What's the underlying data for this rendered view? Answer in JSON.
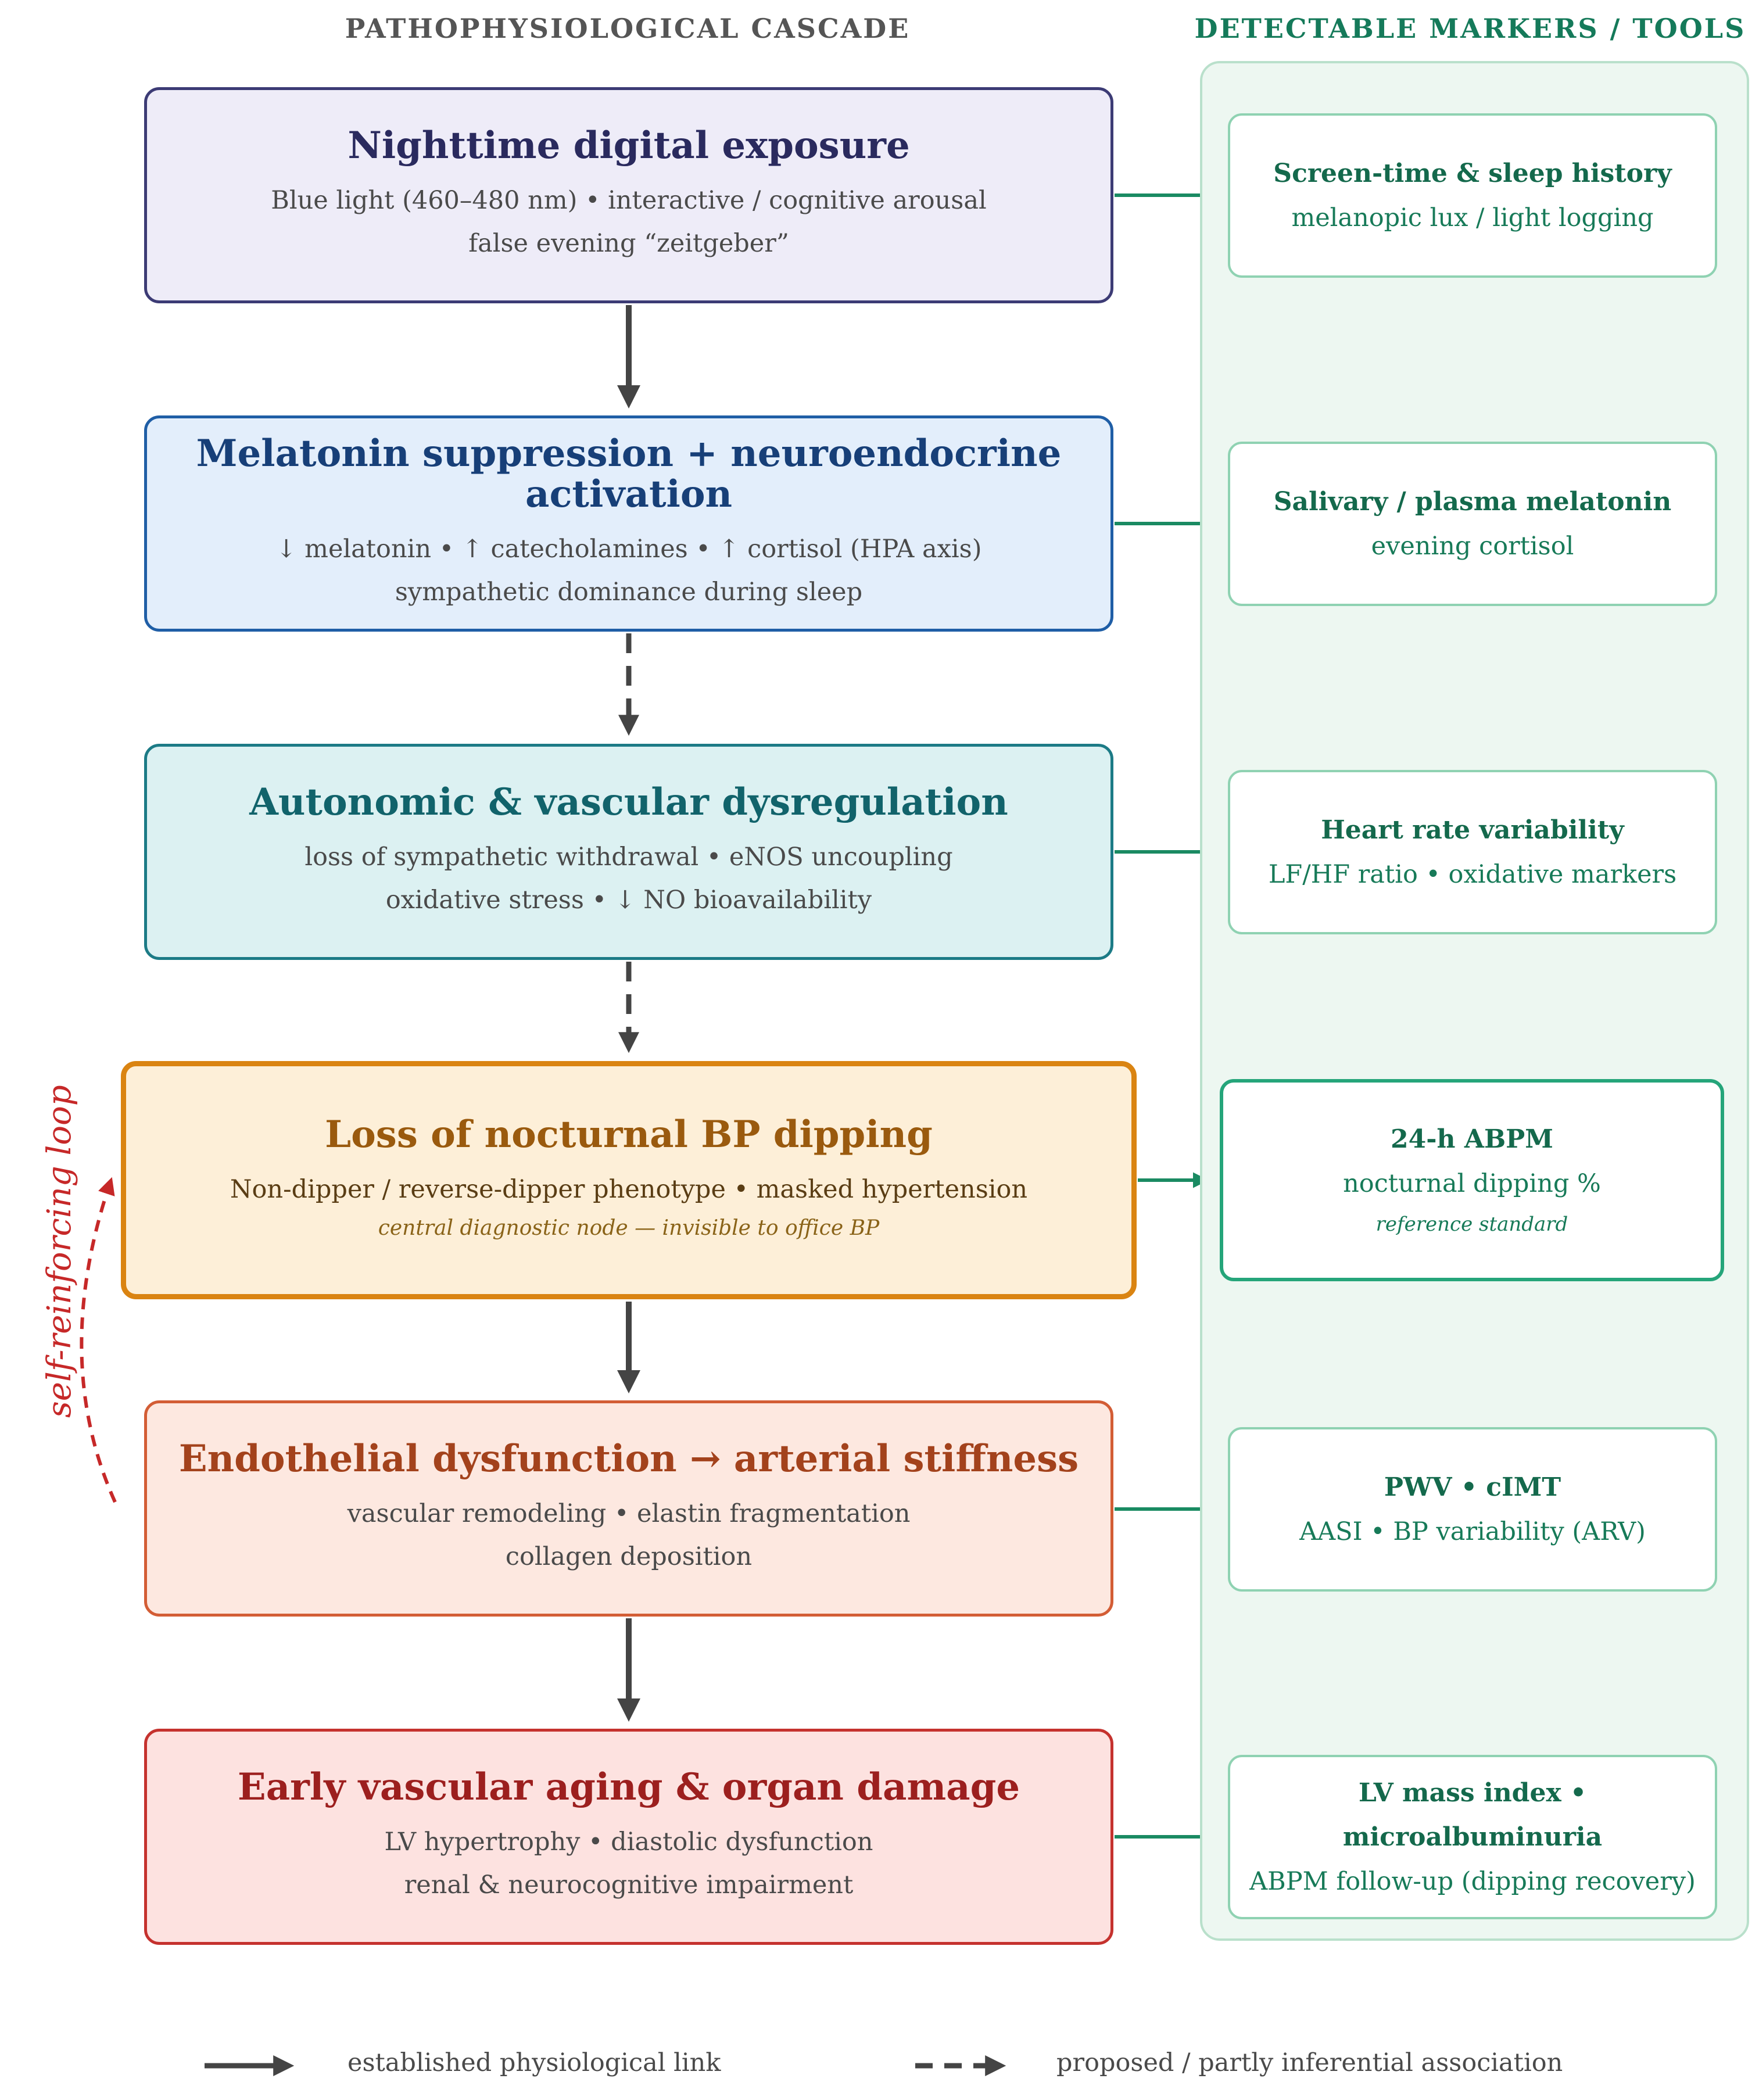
{
  "headers": {
    "left": "PATHOPHYSIOLOGICAL CASCADE",
    "right": "DETECTABLE MARKERS / TOOLS"
  },
  "cascade": [
    {
      "title": "Nighttime digital exposure",
      "line1": "Blue light (460–480 nm) • interactive / cognitive arousal",
      "line2": "false evening “zeitgeber”"
    },
    {
      "title": "Melatonin suppression + neuroendocrine activation",
      "line1": "↓ melatonin • ↑ catecholamines • ↑ cortisol (HPA axis)",
      "line2": "sympathetic dominance during sleep"
    },
    {
      "title": "Autonomic & vascular dysregulation",
      "line1": "loss of sympathetic withdrawal • eNOS uncoupling",
      "line2": "oxidative stress • ↓ NO bioavailability"
    },
    {
      "title": "Loss of nocturnal BP dipping",
      "line1": "Non-dipper / reverse-dipper phenotype • masked hypertension",
      "note": "central diagnostic node — invisible to office BP"
    },
    {
      "title": "Endothelial dysfunction → arterial stiffness",
      "line1": "vascular remodeling • elastin fragmentation",
      "line2": "collagen deposition"
    },
    {
      "title": "Early vascular aging & organ damage",
      "line1": "LV hypertrophy • diastolic dysfunction",
      "line2": "renal & neurocognitive impairment"
    }
  ],
  "markers": [
    {
      "title": "Screen-time & sleep history",
      "line1": "melanopic lux / light logging"
    },
    {
      "title": "Salivary / plasma melatonin",
      "line1": "evening cortisol"
    },
    {
      "title": "Heart rate variability",
      "line1": "LF/HF ratio • oxidative markers"
    },
    {
      "title": "24-h ABPM",
      "line1": "nocturnal dipping %",
      "note": "reference standard"
    },
    {
      "title": "PWV • cIMT",
      "line1": "AASI • BP variability (ARV)"
    },
    {
      "title": "LV mass index • microalbuminuria",
      "line1": "ABPM follow-up (dipping recovery)"
    }
  ],
  "links": [
    {
      "from": 1,
      "to": 2,
      "kind": "established"
    },
    {
      "from": 2,
      "to": 3,
      "kind": "proposed"
    },
    {
      "from": 3,
      "to": 4,
      "kind": "proposed"
    },
    {
      "from": 4,
      "to": 5,
      "kind": "established"
    },
    {
      "from": 5,
      "to": 6,
      "kind": "established"
    }
  ],
  "loop_label": "self-reinforcing loop",
  "legend": {
    "solid": "established physiological link",
    "dashed": "proposed / partly inferential association"
  },
  "colors": {
    "arrow": "#444444",
    "marker_arrow": "#1a8a62",
    "loop": "#c62828",
    "panel": "#edf7f1"
  }
}
